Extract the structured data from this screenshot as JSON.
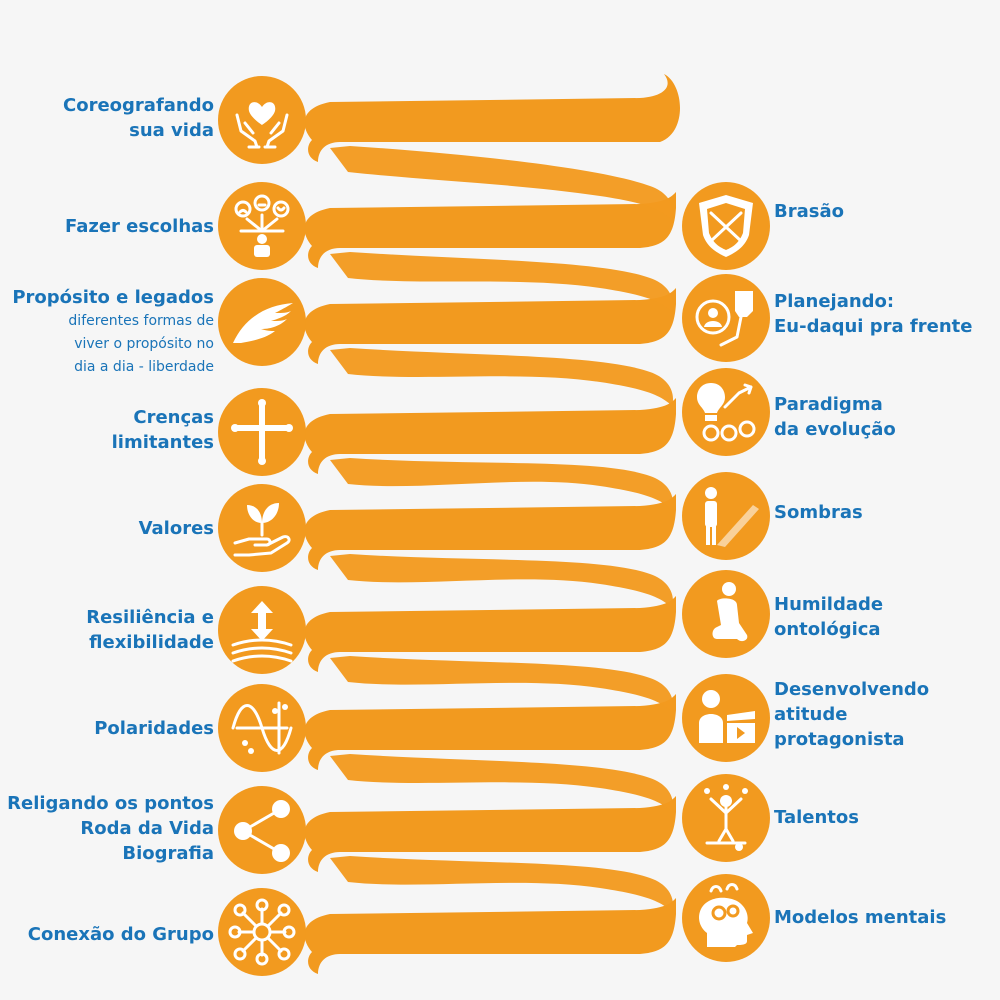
{
  "diagram": {
    "colors": {
      "background": "#f6f6f6",
      "accent": "#f29a1f",
      "text": "#1a74b8",
      "icon": "#ffffff"
    },
    "left_items": [
      {
        "lines": [
          "Coreografando",
          "sua vida"
        ],
        "icon": "hands-heart-icon"
      },
      {
        "lines": [
          "Fazer escolhas"
        ],
        "icon": "choices-emoji-icon"
      },
      {
        "lines": [
          "Propósito e legados"
        ],
        "sub": [
          "diferentes formas de",
          "viver o propósito no",
          "dia a dia - liberdade"
        ],
        "icon": "wing-icon"
      },
      {
        "lines": [
          "Crenças",
          "limitantes"
        ],
        "icon": "cross-icon"
      },
      {
        "lines": [
          "Valores"
        ],
        "icon": "hand-plant-icon"
      },
      {
        "lines": [
          "Resiliência e",
          "flexibilidade"
        ],
        "icon": "flexible-arrows-icon"
      },
      {
        "lines": [
          "Polaridades"
        ],
        "icon": "polarity-wave-icon"
      },
      {
        "lines": [
          "Religando os pontos",
          "Roda da Vida",
          "Biografia"
        ],
        "icon": "share-nodes-icon"
      },
      {
        "lines": [
          "Conexão do Grupo"
        ],
        "icon": "group-network-icon"
      }
    ],
    "right_items": [
      {
        "lines": [
          "Brasão"
        ],
        "icon": "shield-crest-icon"
      },
      {
        "lines": [
          "Planejando:",
          "Eu-daqui pra frente"
        ],
        "icon": "person-fist-icon"
      },
      {
        "lines": [
          "Paradigma",
          "da evolução"
        ],
        "icon": "bulb-gears-icon"
      },
      {
        "lines": [
          "Sombras"
        ],
        "icon": "person-shadow-icon"
      },
      {
        "lines": [
          "Humildade",
          "ontológica"
        ],
        "icon": "kneeling-person-icon"
      },
      {
        "lines": [
          "Desenvolvendo",
          "atitude",
          "protagonista"
        ],
        "icon": "woman-clapperboard-icon"
      },
      {
        "lines": [
          "Talentos"
        ],
        "icon": "juggler-balance-icon"
      },
      {
        "lines": [
          "Modelos mentais"
        ],
        "icon": "head-gears-icon"
      }
    ]
  }
}
